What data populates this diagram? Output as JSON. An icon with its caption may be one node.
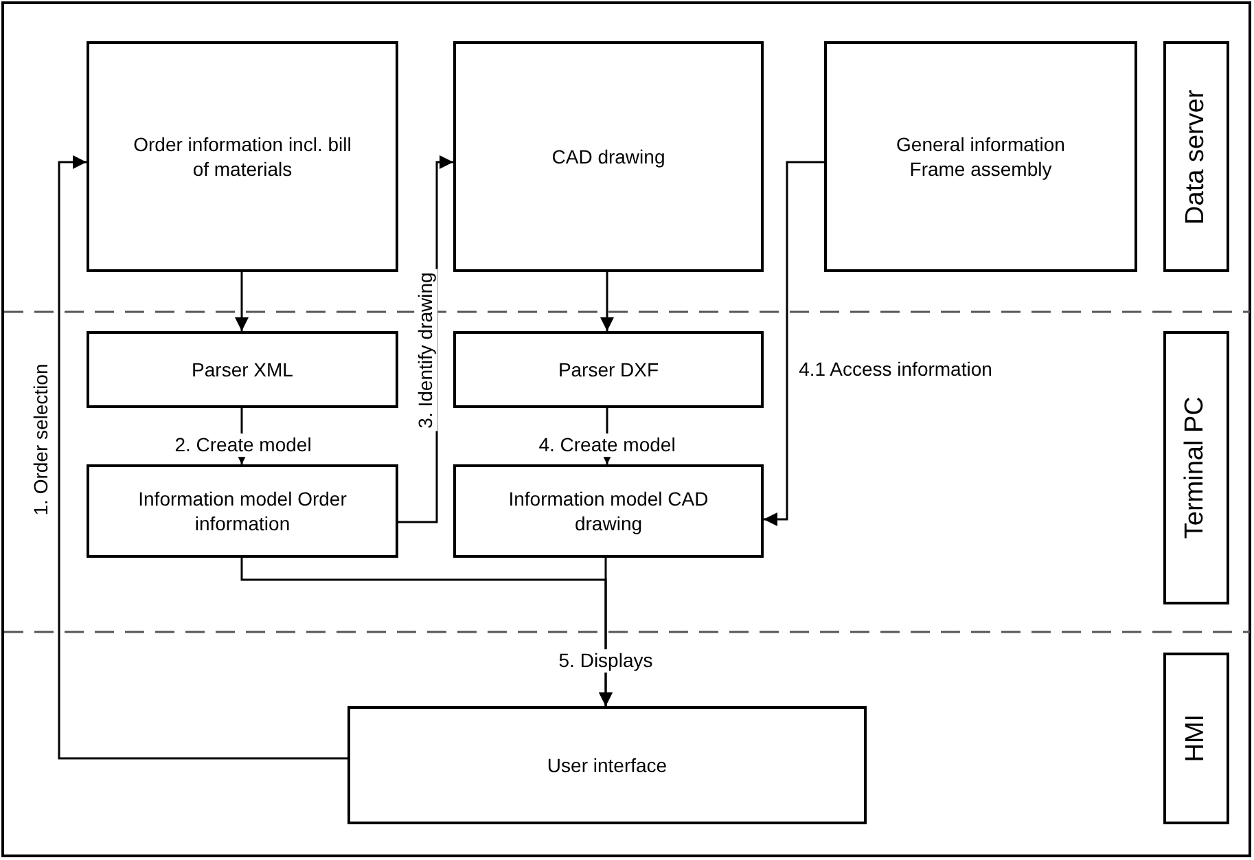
{
  "diagram": {
    "nodes": [
      {
        "text": [
          "Order information incl. bill of materials"
        ]
      },
      {
        "text": [
          "CAD drawing"
        ]
      },
      {
        "text": [
          "General information Frame assembly"
        ]
      },
      {
        "text": [
          "Data server"
        ]
      },
      {
        "text": [
          "Parser XML"
        ]
      },
      {
        "text": [
          "Parser DXF"
        ]
      },
      {
        "text": [
          "Terminal PC"
        ]
      },
      {
        "text": [
          "Information model Order information"
        ]
      },
      {
        "text": [
          "Information model CAD drawing"
        ]
      },
      {
        "text": [
          "User interface"
        ]
      },
      {
        "text": [
          "HMI"
        ]
      }
    ],
    "edges": [
      {
        "from": 9,
        "to": 0,
        "arrow": "to",
        "label": "1. Order selection"
      },
      {
        "from": 0,
        "to": 4,
        "arrow": "to"
      },
      {
        "from": 4,
        "to": 7,
        "arrow": "to",
        "label": "2. Create model"
      },
      {
        "from": 7,
        "to": 1,
        "arrow": "to",
        "label": "3. Identify drawing"
      },
      {
        "from": 1,
        "to": 5,
        "arrow": "to"
      },
      {
        "from": 5,
        "to": 8,
        "arrow": "to",
        "label": "4. Create model"
      },
      {
        "from": 2,
        "to": 8,
        "arrow": "to",
        "label": "4.1 Access information"
      },
      {
        "from": 7,
        "to": 9,
        "arrow": "to"
      },
      {
        "from": 8,
        "to": 9,
        "arrow": "to",
        "label": "5. Displays"
      }
    ]
  }
}
